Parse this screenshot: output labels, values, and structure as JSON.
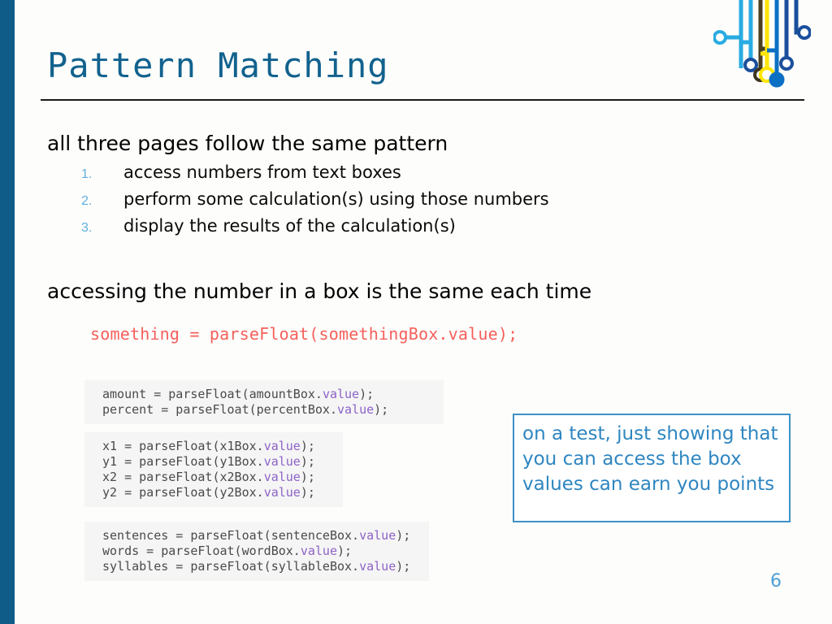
{
  "slide": {
    "title": "Pattern Matching",
    "page_number": "6",
    "accent_color": "#0E5C87",
    "title_color": "#12628E",
    "list_marker_color": "#5FAEDE",
    "code_red_color": "#F4605C",
    "code_value_color": "#8C63C6",
    "callout_color": "#2E86C1"
  },
  "body": {
    "bullet_one": "all three pages follow the same pattern",
    "numbered_items": [
      {
        "num": "1.",
        "text": "access numbers from text boxes"
      },
      {
        "num": "2.",
        "text": "perform some calculation(s) using those numbers"
      },
      {
        "num": "3.",
        "text": "display the results of the calculation(s)"
      }
    ],
    "bullet_two": "accessing the number in a box is the same each time",
    "generic_code": "something = parseFloat(somethingBox.value);"
  },
  "code_blocks": [
    {
      "lines": [
        [
          {
            "t": "amount = parseFloat(amountBox.",
            "k": "plain"
          },
          {
            "t": "value",
            "k": "val"
          },
          {
            "t": ");",
            "k": "plain"
          }
        ],
        [
          {
            "t": "percent = parseFloat(percentBox.",
            "k": "plain"
          },
          {
            "t": "value",
            "k": "val"
          },
          {
            "t": ");",
            "k": "plain"
          }
        ]
      ]
    },
    {
      "lines": [
        [
          {
            "t": "x1 = parseFloat(x1Box.",
            "k": "plain"
          },
          {
            "t": "value",
            "k": "val"
          },
          {
            "t": ");",
            "k": "plain"
          }
        ],
        [
          {
            "t": "y1 = parseFloat(y1Box.",
            "k": "plain"
          },
          {
            "t": "value",
            "k": "val"
          },
          {
            "t": ");",
            "k": "plain"
          }
        ],
        [
          {
            "t": "x2 = parseFloat(x2Box.",
            "k": "plain"
          },
          {
            "t": "value",
            "k": "val"
          },
          {
            "t": ");",
            "k": "plain"
          }
        ],
        [
          {
            "t": "y2 = parseFloat(y2Box.",
            "k": "plain"
          },
          {
            "t": "value",
            "k": "val"
          },
          {
            "t": ");",
            "k": "plain"
          }
        ]
      ]
    },
    {
      "lines": [
        [
          {
            "t": "sentences = parseFloat(sentenceBox.",
            "k": "plain"
          },
          {
            "t": "value",
            "k": "val"
          },
          {
            "t": ");",
            "k": "plain"
          }
        ],
        [
          {
            "t": "words = parseFloat(wordBox.",
            "k": "plain"
          },
          {
            "t": "value",
            "k": "val"
          },
          {
            "t": ");",
            "k": "plain"
          }
        ],
        [
          {
            "t": "syllables = parseFloat(syllableBox.",
            "k": "plain"
          },
          {
            "t": "value",
            "k": "val"
          },
          {
            "t": ");",
            "k": "plain"
          }
        ]
      ]
    }
  ],
  "callout": {
    "text": "on a test, just showing that you can access the box values can earn you points"
  },
  "logo": {
    "name": "circuit-trace-logo",
    "colors": [
      "#29ABE2",
      "#FFE600",
      "#1B4F9C",
      "#0B6FC4"
    ]
  }
}
